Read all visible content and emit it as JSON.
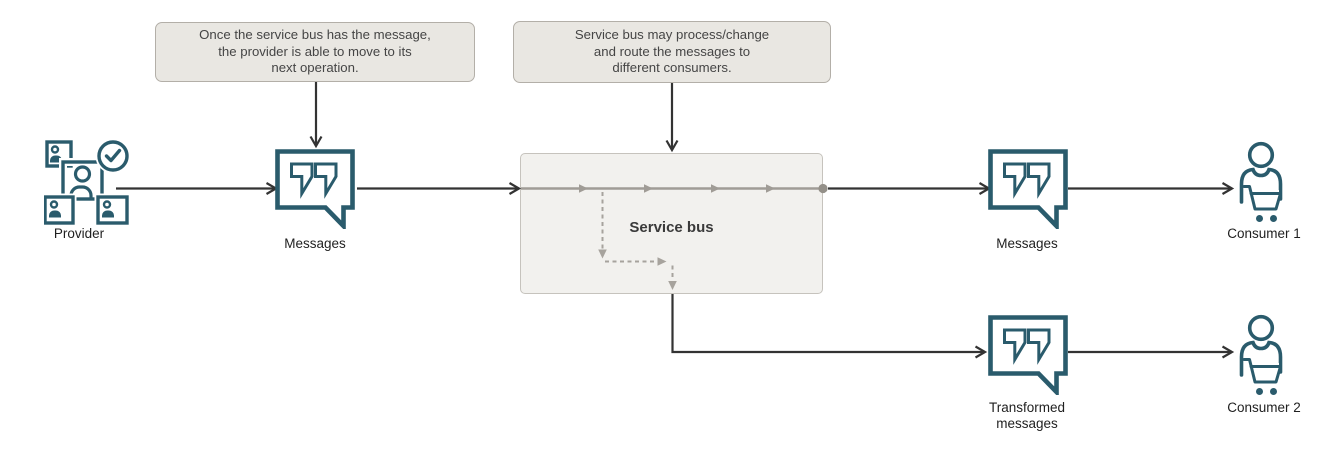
{
  "callouts": {
    "provider_note": "Once the service bus has the message,\nthe provider is able to move to its\nnext operation.",
    "bus_note": "Service bus may process/change\nand route the messages to\ndifferent consumers."
  },
  "nodes": {
    "provider": "Provider",
    "messages_in": "Messages",
    "service_bus": "Service bus",
    "messages_out": "Messages",
    "consumer_1": "Consumer 1",
    "transformed_messages": "Transformed\nmessages",
    "consumer_2": "Consumer 2"
  },
  "icons": {
    "provider": "people-group-with-check-icon",
    "messages": "speech-bubble-quotes-icon",
    "consumer": "person-with-shopping-cart-icon"
  },
  "colors": {
    "icon_teal": "#2a5b6c",
    "connector_black": "#333333",
    "bus_line_gray": "#a09c96",
    "bus_dot_gray": "#949089",
    "dashed_gray": "#a7a39d",
    "bus_fill": "#f2f1ee",
    "callout_fill": "#e9e7e2"
  }
}
